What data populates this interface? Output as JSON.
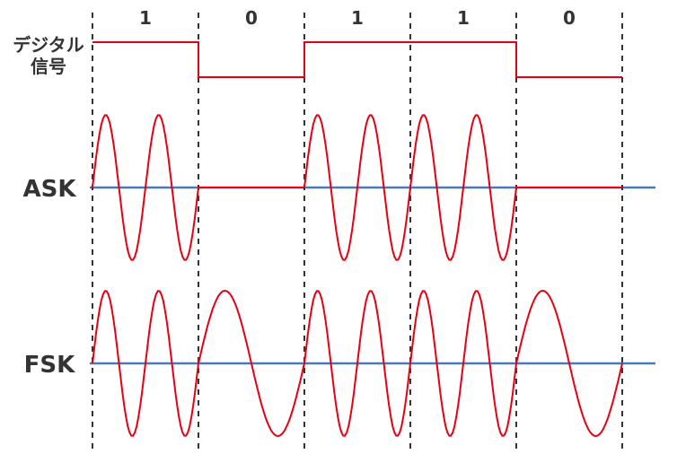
{
  "labels": {
    "digital_signal_line1": "デジタル",
    "digital_signal_line2": "信号",
    "ask": "ASK",
    "fsk": "FSK"
  },
  "bits": [
    "1",
    "0",
    "1",
    "1",
    "0"
  ],
  "colors": {
    "signal": "#e60012",
    "axis": "#4a7ab5",
    "divider": "#333333"
  },
  "modulation": {
    "cycles_per_bit_1": 2,
    "fsk_cycles_per_bit_0": 1
  }
}
